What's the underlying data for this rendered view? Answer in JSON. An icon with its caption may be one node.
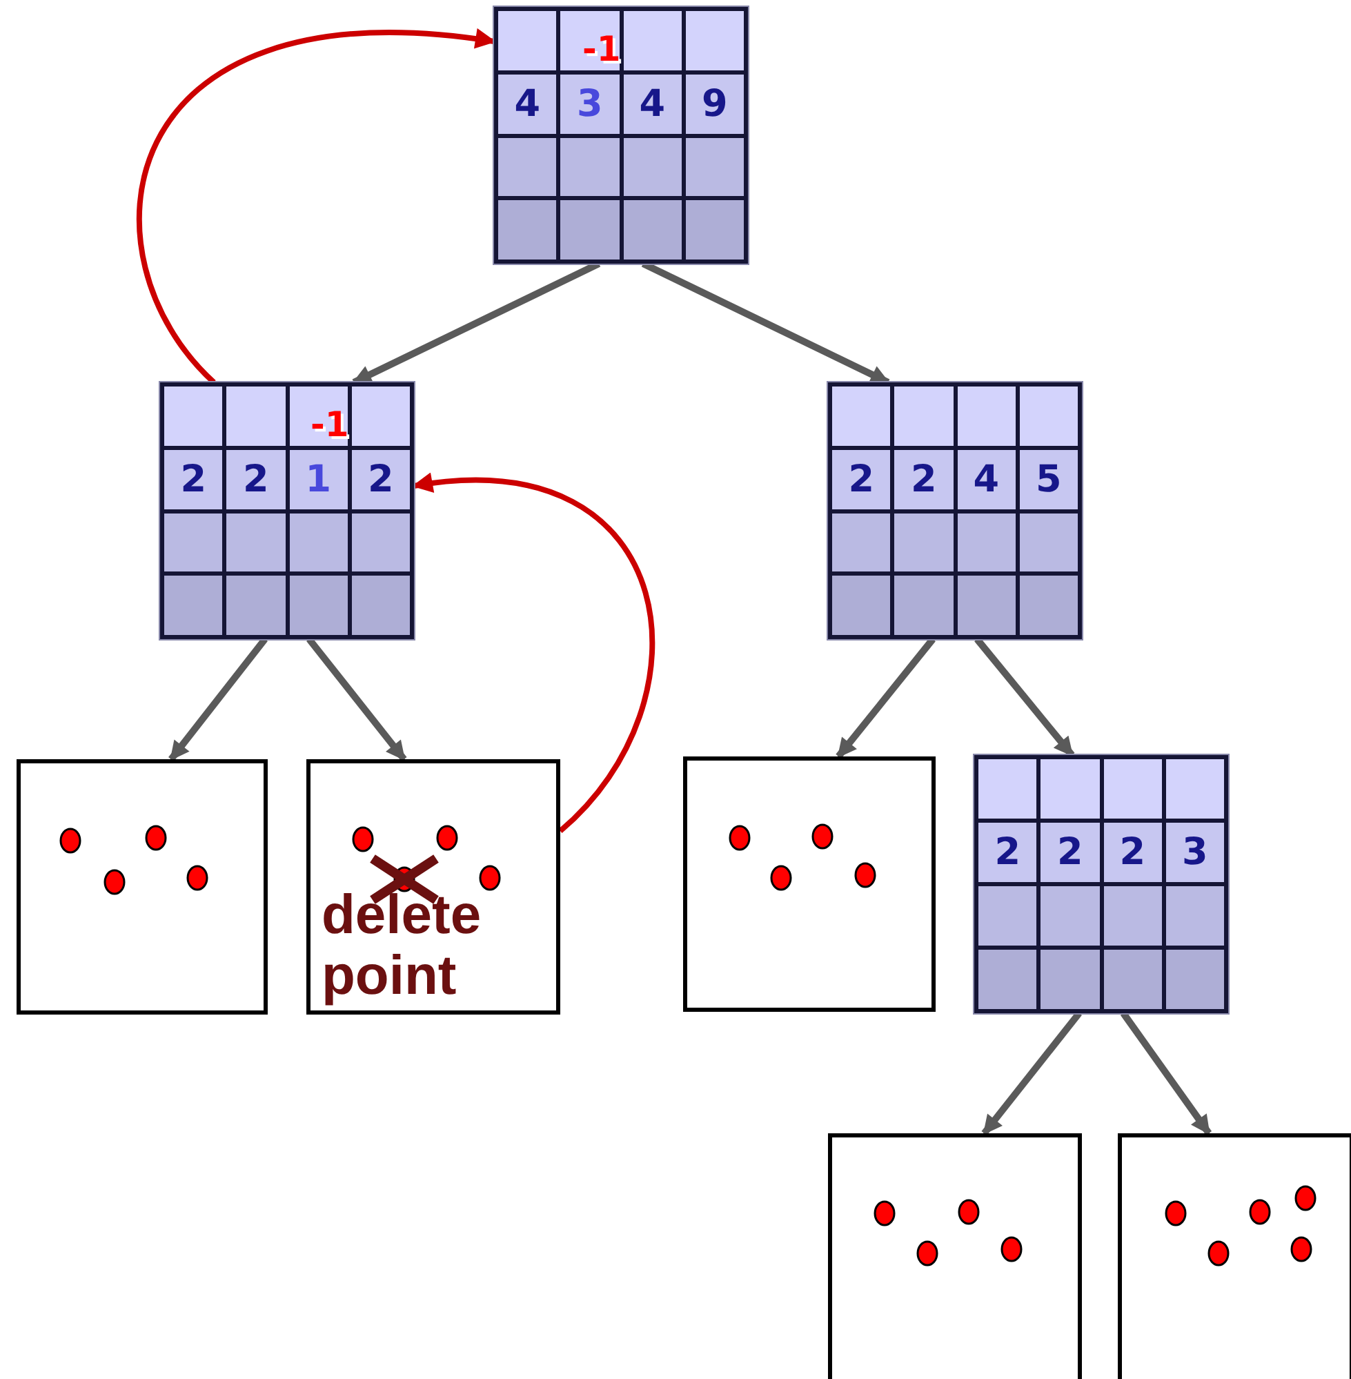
{
  "diagram": {
    "nodes": [
      {
        "text": [
          "-1",
          "4",
          "3",
          "4",
          "9"
        ]
      },
      {
        "text": [
          "-1",
          "2",
          "2",
          "1",
          "2"
        ]
      },
      {
        "text": [
          "2",
          "2",
          "4",
          "5"
        ]
      },
      {
        "text": [],
        "shape": "box"
      },
      {
        "text": [
          "delete point"
        ]
      },
      {
        "text": [],
        "shape": "box"
      },
      {
        "text": [
          "2",
          "2",
          "2",
          "3"
        ]
      },
      {
        "text": [],
        "shape": "box"
      },
      {
        "text": [],
        "shape": "box"
      }
    ],
    "edges": [
      {
        "from": 0,
        "to": 1,
        "arrow": "to"
      },
      {
        "from": 0,
        "to": 2,
        "arrow": "to"
      },
      {
        "from": 1,
        "to": 3,
        "arrow": "to"
      },
      {
        "from": 1,
        "to": 4,
        "arrow": "to"
      },
      {
        "from": 2,
        "to": 5,
        "arrow": "to"
      },
      {
        "from": 2,
        "to": 6,
        "arrow": "to"
      },
      {
        "from": 6,
        "to": 7,
        "arrow": "to"
      },
      {
        "from": 6,
        "to": 8,
        "arrow": "to"
      },
      {
        "from": 1,
        "to": 0,
        "arrow": "to",
        "color": "#cc0000"
      },
      {
        "from": 4,
        "to": 1,
        "arrow": "to",
        "color": "#cc0000"
      }
    ]
  }
}
